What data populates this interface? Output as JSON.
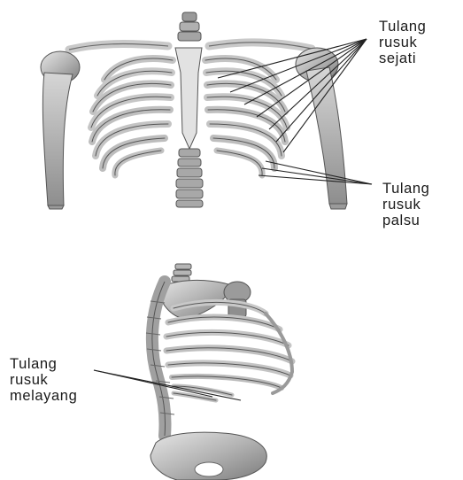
{
  "labels": {
    "true_ribs": [
      "Tulang",
      "rusuk",
      "sejati"
    ],
    "false_ribs": [
      "Tulang",
      "rusuk",
      "palsu"
    ],
    "floating_ribs": [
      "Tulang",
      "rusuk",
      "melayang"
    ]
  },
  "colors": {
    "background": "#ffffff",
    "bone_light": "#d8d8d8",
    "bone_mid": "#a8a8a8",
    "bone_dark": "#6a6a6a",
    "line": "#222222"
  }
}
